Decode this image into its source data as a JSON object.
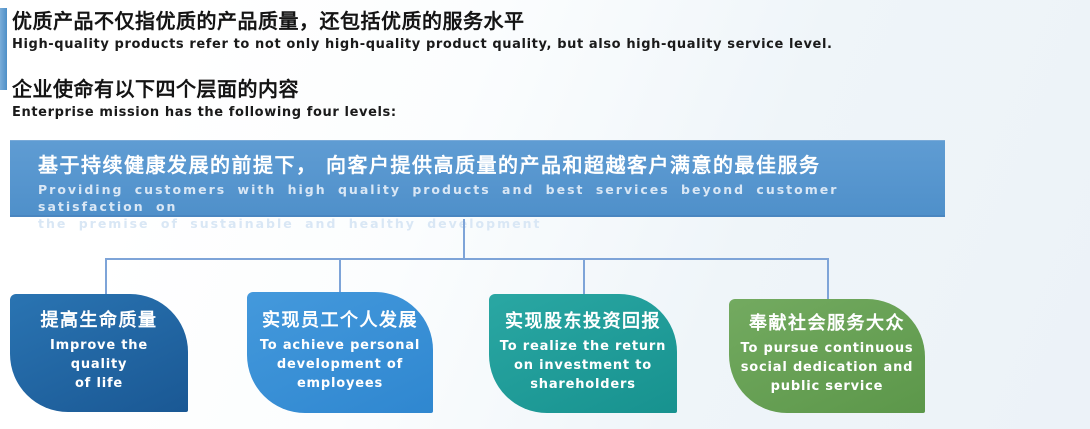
{
  "page": {
    "background_left": "#ffffff",
    "background_right": "#ecf2f8",
    "accent_bar_color": "#4e8fc7",
    "connector_color": "#7ea4d8"
  },
  "headings": [
    {
      "zh": "优质产品不仅指优质的产品质量，还包括优质的服务水平",
      "en": "High-quality products refer to not only high-quality product quality, but also high-quality service level."
    },
    {
      "zh": "企业使命有以下四个层面的内容",
      "en": "Enterprise mission has the following four levels:"
    }
  ],
  "mission_banner": {
    "zh": "基于持续健康发展的前提下， 向客户提供高质量的产品和超越客户满意的最佳服务",
    "en_lines": [
      "Providing customers with high quality products and best services beyond customer satisfaction on",
      "the premise of sustainable and healthy development"
    ],
    "color_top": "#5f9cd3",
    "color_bottom": "#4f90ca",
    "border_color": "#4a86c0",
    "text_color": "#ffffff",
    "en_text_color": "#d9e7f5"
  },
  "mission_levels": [
    {
      "zh": "提高生命质量",
      "en_lines": [
        "Improve the quality",
        "of life"
      ],
      "color_top": "#2a74b2",
      "color_bottom": "#1a5894"
    },
    {
      "zh": "实现员工个人发展",
      "en_lines": [
        "To achieve personal",
        "development of",
        "employees"
      ],
      "color_top": "#4499dc",
      "color_bottom": "#2f87d0"
    },
    {
      "zh": "实现股东投资回报",
      "en_lines": [
        "To realize the return",
        "on investment to",
        "shareholders"
      ],
      "color_top": "#2aa7a3",
      "color_bottom": "#17928f"
    },
    {
      "zh": "奉献社会服务大众",
      "en_lines": [
        "To pursue continuous",
        "social dedication and",
        "public service"
      ],
      "color_top": "#73aa60",
      "color_bottom": "#5c974a"
    }
  ]
}
